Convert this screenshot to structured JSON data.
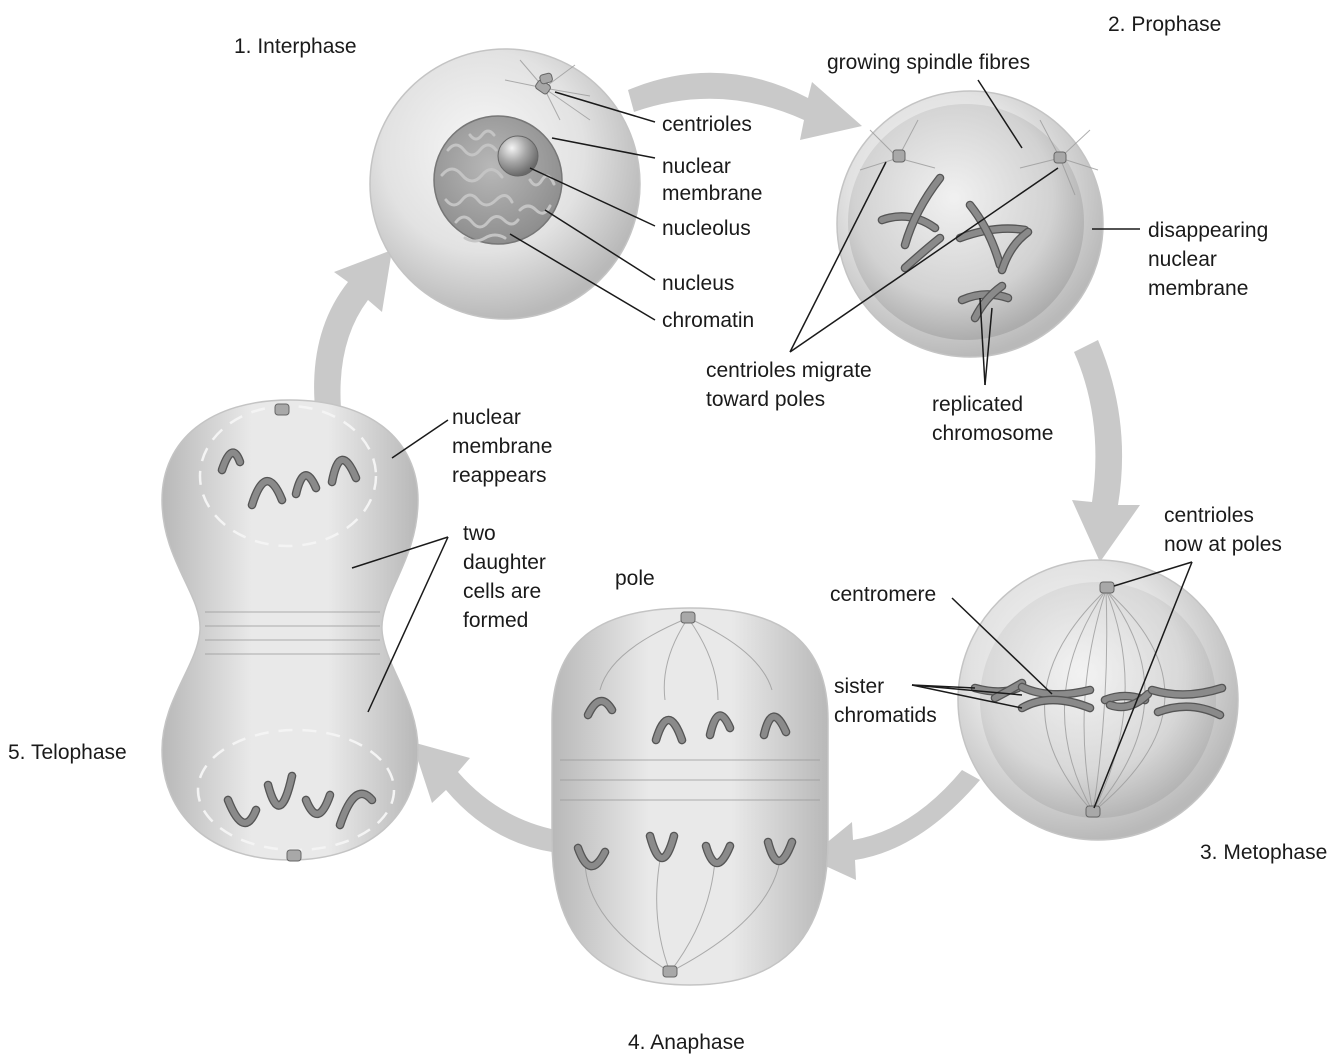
{
  "stages": {
    "interphase": "1. Interphase",
    "prophase": "2. Prophase",
    "metaphase": "3. Metophase",
    "anaphase": "4. Anaphase",
    "telophase": "5. Telophase"
  },
  "labels": {
    "centrioles": "centrioles",
    "nuclear_membrane": [
      "nuclear",
      "membrane"
    ],
    "nucleolus": "nucleolus",
    "nucleus": "nucleus",
    "chromatin": "chromatin",
    "growing_spindle": "growing spindle fibres",
    "disappearing_membrane": [
      "disappearing",
      "nuclear",
      "membrane"
    ],
    "centrioles_migrate": [
      "centrioles migrate",
      "toward poles"
    ],
    "replicated_chromosome": [
      "replicated",
      "chromosome"
    ],
    "centrioles_at_poles": [
      "centrioles",
      "now at poles"
    ],
    "centromere": "centromere",
    "sister_chromatids": [
      "sister",
      "chromatids"
    ],
    "pole": "pole",
    "membrane_reappears": [
      "nuclear",
      "membrane",
      "reappears"
    ],
    "daughter_cells": [
      "two",
      "daughter",
      "cells are",
      "formed"
    ]
  },
  "colors": {
    "cell_light": "#f2f2f2",
    "cell_mid": "#d4d4d4",
    "cell_dark": "#b2b2b2",
    "arrow": "#c9c9c9",
    "chromosome": "#9a9a9a",
    "text": "#1a1a1a"
  }
}
